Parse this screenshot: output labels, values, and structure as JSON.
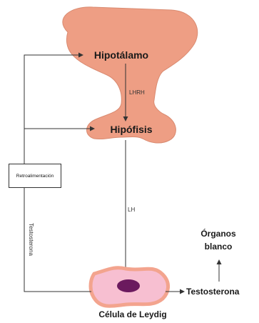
{
  "nodes": {
    "hypothalamus": "Hipotálamo",
    "pituitary": "Hipófisis",
    "leydig": "Célula de Leydig",
    "testosterone": "Testosterona",
    "targets_line1": "Órganos",
    "targets_line2": "blanco",
    "feedback": "Retroalimentación"
  },
  "edges": {
    "lhrh": "LHRH",
    "lh": "LH",
    "testosterone_feedback": "Testosterona"
  },
  "colors": {
    "gland": "#ee9e84",
    "gland_stroke": "#d98a70",
    "cell_membrane": "#f3a48e",
    "cell_body": "#f7bfd1",
    "nucleus": "#6b1a5e",
    "arrow": "#333333"
  }
}
